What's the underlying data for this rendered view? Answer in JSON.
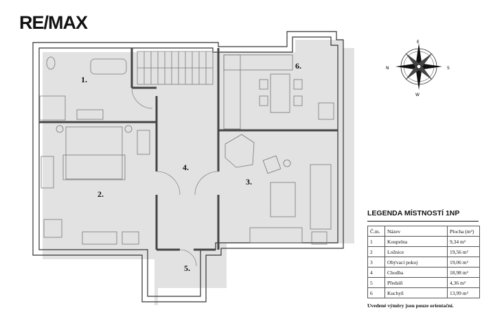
{
  "brand": {
    "logo_text": "RE/MAX"
  },
  "rooms": [
    {
      "label": "1."
    },
    {
      "label": "2."
    },
    {
      "label": "3."
    },
    {
      "label": "4."
    },
    {
      "label": "5."
    },
    {
      "label": "6."
    }
  ],
  "compass": {
    "n": "N",
    "s": "S",
    "e": "E",
    "w": "W"
  },
  "legend": {
    "title": "LEGENDA MÍSTNOSTÍ 1NP",
    "headers": {
      "num": "Č.m.",
      "name": "Název",
      "area": "Plocha (m²)"
    },
    "rows": [
      {
        "num": "1",
        "name": "Koupelna",
        "area": "9,34 m²"
      },
      {
        "num": "2",
        "name": "Ložnice",
        "area": "19,56 m²"
      },
      {
        "num": "3",
        "name": "Obývací pokoj",
        "area": "19,06 m²"
      },
      {
        "num": "4",
        "name": "Chodba",
        "area": "18,98 m²"
      },
      {
        "num": "5",
        "name": "Předsíň",
        "area": "4,36 m²"
      },
      {
        "num": "6",
        "name": "Kuchyň",
        "area": "13,99 m²"
      }
    ],
    "note": "Uvedené výměry jsou pouze orientační."
  }
}
